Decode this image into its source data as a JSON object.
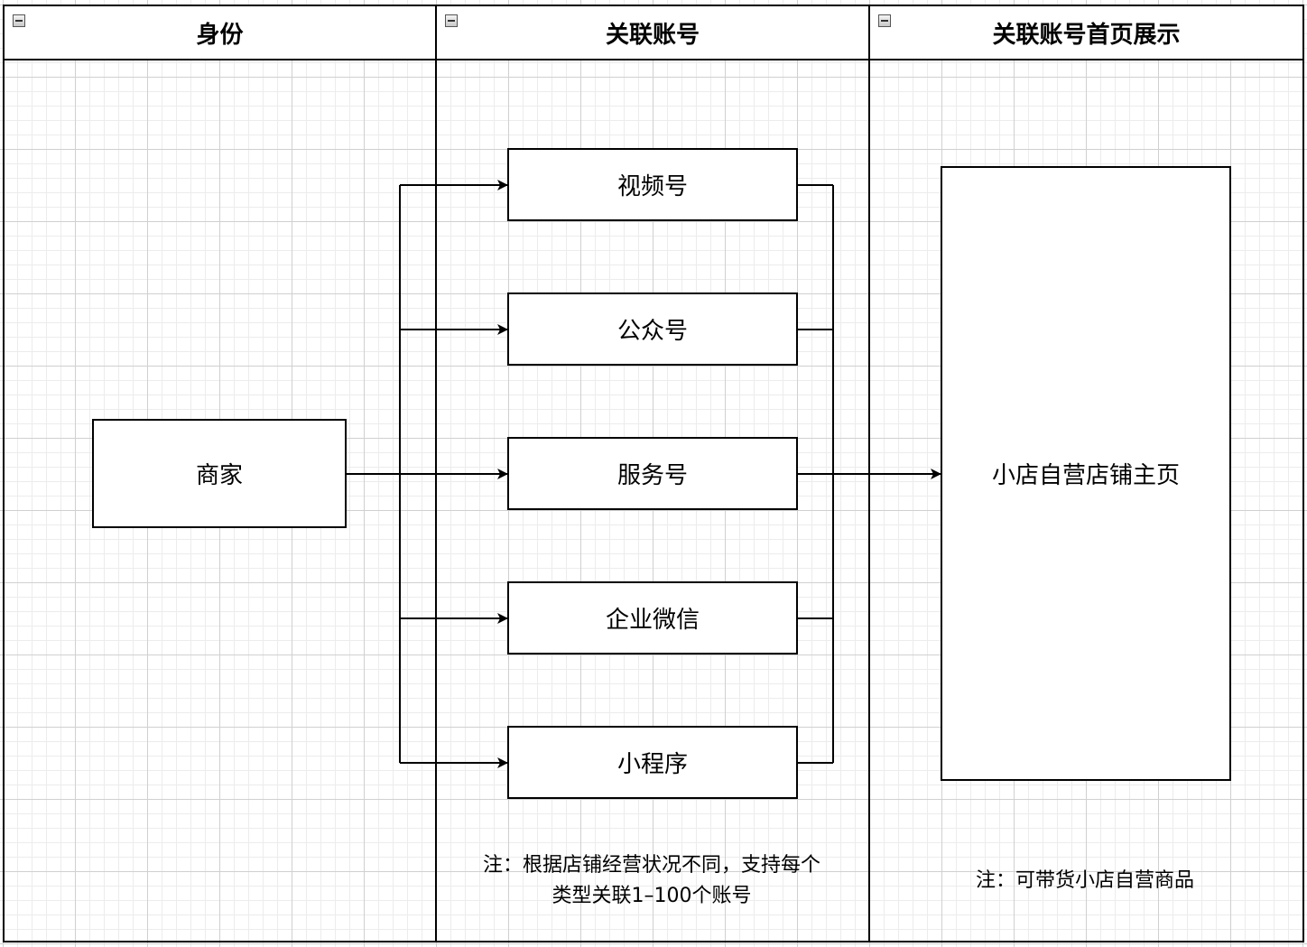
{
  "lanes": [
    {
      "header": "身份"
    },
    {
      "header": "关联账号"
    },
    {
      "header": "关联账号首页展示"
    }
  ],
  "merchant": "商家",
  "accounts": [
    "视频号",
    "公众号",
    "服务号",
    "企业微信",
    "小程序"
  ],
  "homepage": "小店自营店铺主页",
  "notes": {
    "accounts_line1": "注：根据店铺经营状况不同，支持每个",
    "accounts_line2": "类型关联1–100个账号",
    "homepage": "注：可带货小店自营商品"
  }
}
